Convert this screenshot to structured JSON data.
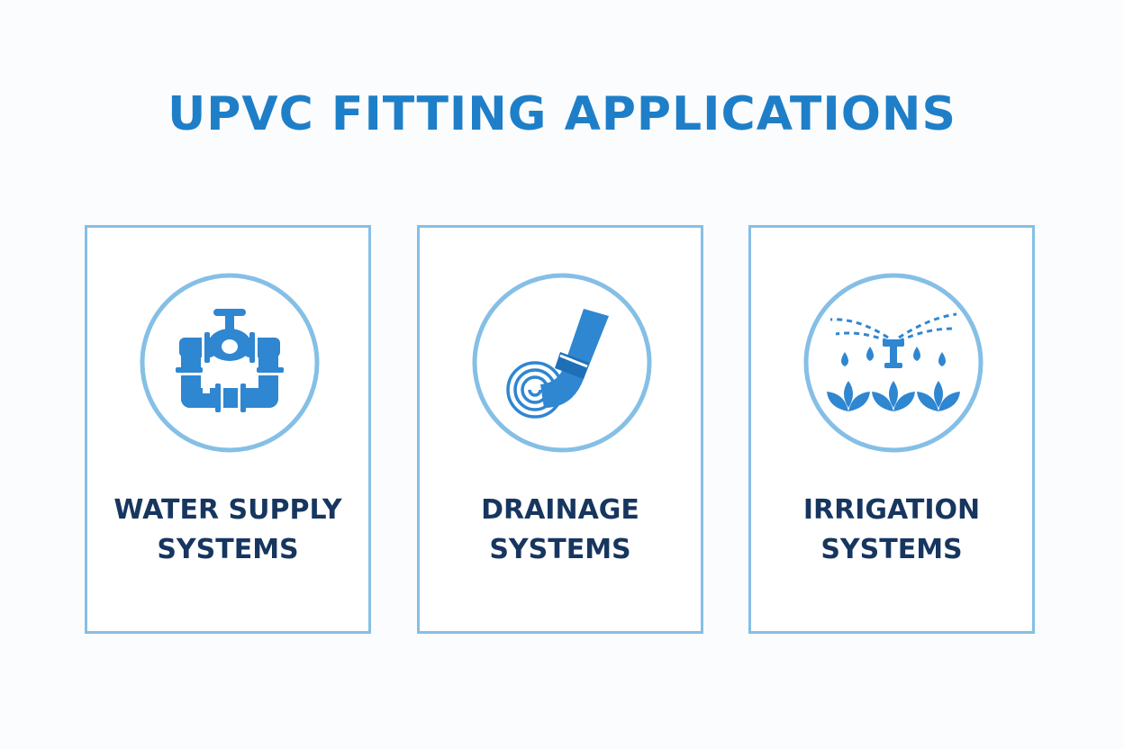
{
  "title": "UPVC FITTING APPLICATIONS",
  "colors": {
    "title": "#1e7fc8",
    "label": "#17365f",
    "border": "#85bfe6",
    "icon": "#2f86d1"
  },
  "cards": [
    {
      "line1": "WATER SUPPLY",
      "line2": "SYSTEMS",
      "icon": "water-supply-pipe-faucet-icon"
    },
    {
      "line1": "DRAINAGE",
      "line2": "SYSTEMS",
      "icon": "drainage-pipe-swirl-icon"
    },
    {
      "line1": "IRRIGATION",
      "line2": "SYSTEMS",
      "icon": "irrigation-sprinkler-plants-icon"
    }
  ]
}
